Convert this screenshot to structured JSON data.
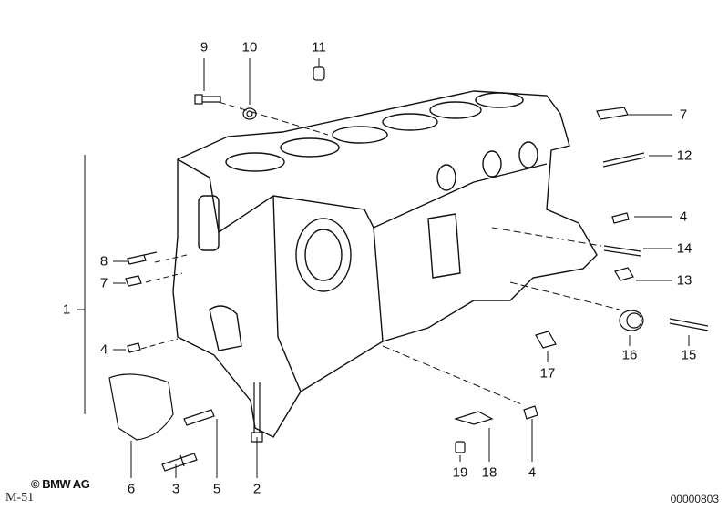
{
  "callouts": [
    {
      "id": "c9",
      "label": "9"
    },
    {
      "id": "c10",
      "label": "10"
    },
    {
      "id": "c11",
      "label": "11"
    },
    {
      "id": "c7r",
      "label": "7"
    },
    {
      "id": "c12",
      "label": "12"
    },
    {
      "id": "c4r",
      "label": "4"
    },
    {
      "id": "c14",
      "label": "14"
    },
    {
      "id": "c13",
      "label": "13"
    },
    {
      "id": "c16",
      "label": "16"
    },
    {
      "id": "c15",
      "label": "15"
    },
    {
      "id": "c17",
      "label": "17"
    },
    {
      "id": "c1",
      "label": "1"
    },
    {
      "id": "c8",
      "label": "8"
    },
    {
      "id": "c7l",
      "label": "7"
    },
    {
      "id": "c4l",
      "label": "4"
    },
    {
      "id": "c6",
      "label": "6"
    },
    {
      "id": "c3",
      "label": "3"
    },
    {
      "id": "c5",
      "label": "5"
    },
    {
      "id": "c2",
      "label": "2"
    },
    {
      "id": "c19",
      "label": "19"
    },
    {
      "id": "c18",
      "label": "18"
    },
    {
      "id": "c4b",
      "label": "4"
    }
  ],
  "copyright": "© BMW AG",
  "model_ref": "M-51",
  "doc_number": "00000803"
}
